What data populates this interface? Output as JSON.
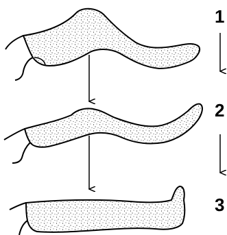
{
  "steps": [
    {
      "number": "1"
    },
    {
      "number": "2"
    },
    {
      "number": "3"
    }
  ],
  "colors": {
    "ink": "#000000",
    "fill": "#ffffff",
    "stipple": "#222222"
  }
}
